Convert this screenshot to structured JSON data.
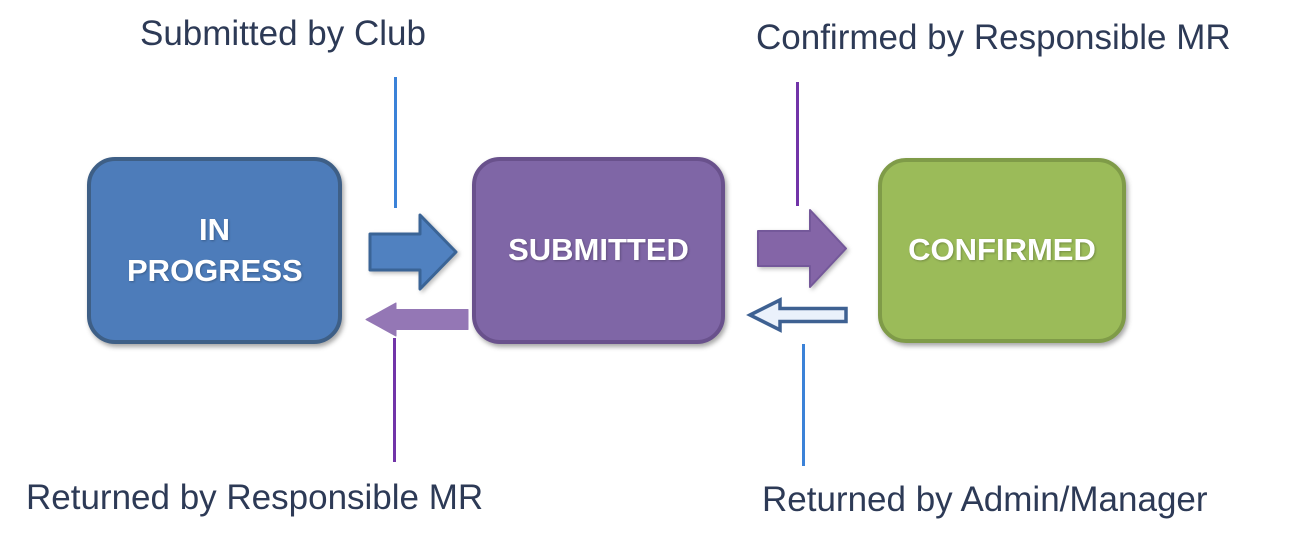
{
  "diagram": {
    "background": "#ffffff",
    "annotation_text_color": "#2d3a56",
    "annotations": {
      "top_left": "Submitted by Club",
      "top_right": "Confirmed by Responsible MR",
      "bottom_left": "Returned by Responsible MR",
      "bottom_right": "Returned by Admin/Manager"
    },
    "nodes": [
      {
        "id": "in-progress",
        "label": "IN PROGRESS",
        "fill": "#4d7cba",
        "border": "#3e5f86"
      },
      {
        "id": "submitted",
        "label": "SUBMITTED",
        "fill": "#7f66a6",
        "border": "#69518c"
      },
      {
        "id": "confirmed",
        "label": "CONFIRMED",
        "fill": "#9bbb59",
        "border": "#7f9b48"
      }
    ],
    "arrows": [
      {
        "id": "in-progress-to-submitted",
        "direction": "right",
        "fill": "#5081c0",
        "stroke": "#3a6496"
      },
      {
        "id": "submitted-to-in-progress",
        "direction": "left",
        "fill": "#9477b5",
        "stroke": "#9477b5"
      },
      {
        "id": "submitted-to-confirmed",
        "direction": "right",
        "fill": "#8465a7",
        "stroke": "#74589a"
      },
      {
        "id": "confirmed-to-submitted",
        "direction": "left",
        "fill": "#eaf1fb",
        "stroke": "#3e6192"
      }
    ],
    "lines": [
      {
        "id": "line-submitted-by-club",
        "position": "top-left",
        "color": "#3b82d8"
      },
      {
        "id": "line-confirmed-by-responsible",
        "position": "top-right",
        "color": "#7134a8"
      },
      {
        "id": "line-returned-by-responsible",
        "position": "bottom-left",
        "color": "#7134a8"
      },
      {
        "id": "line-returned-by-admin",
        "position": "bottom-right",
        "color": "#3b82d8"
      }
    ]
  }
}
